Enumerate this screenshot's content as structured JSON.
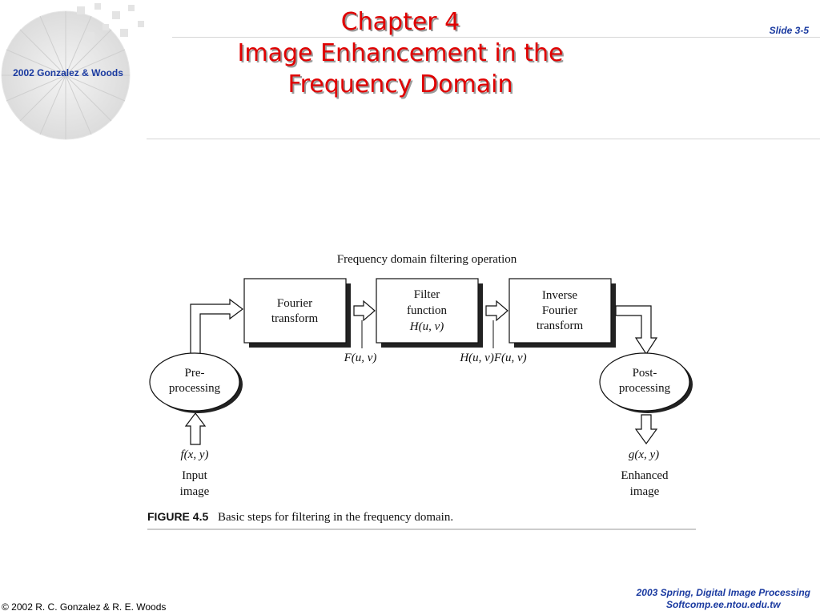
{
  "header": {
    "logo_text": "2002 Gonzalez & Woods",
    "title_lines": [
      "Chapter 4",
      "Image Enhancement in the",
      "Frequency Domain"
    ],
    "slide_number": "Slide 3-5"
  },
  "figure": {
    "heading": "Frequency domain filtering operation",
    "blocks": {
      "fourier": [
        "Fourier",
        "transform"
      ],
      "filter": [
        "Filter",
        "function",
        "H(u, v)"
      ],
      "inverse": [
        "Inverse",
        "Fourier",
        "transform"
      ]
    },
    "ellipses": {
      "pre": [
        "Pre-",
        "processing"
      ],
      "post": [
        "Post-",
        "processing"
      ]
    },
    "signals": {
      "fuv": "F(u, v)",
      "hfuv": "H(u, v)F(u, v)",
      "fxy": "f(x, y)",
      "gxy": "g(x, y)"
    },
    "io_labels": {
      "input": [
        "Input",
        "image"
      ],
      "output": [
        "Enhanced",
        "image"
      ]
    },
    "caption": {
      "label": "FIGURE 4.5",
      "text": "Basic steps for filtering in the frequency domain."
    }
  },
  "footer": {
    "copyright": "© 2002 R. C. Gonzalez & R. E. Woods",
    "course_line1": "2003 Spring, Digital Image Processing",
    "course_line2": "Softcomp.ee.ntou.edu.tw"
  },
  "colors": {
    "title": "#e00000",
    "accent_blue": "#1a3aa0",
    "rule": "#d6d6d6"
  }
}
